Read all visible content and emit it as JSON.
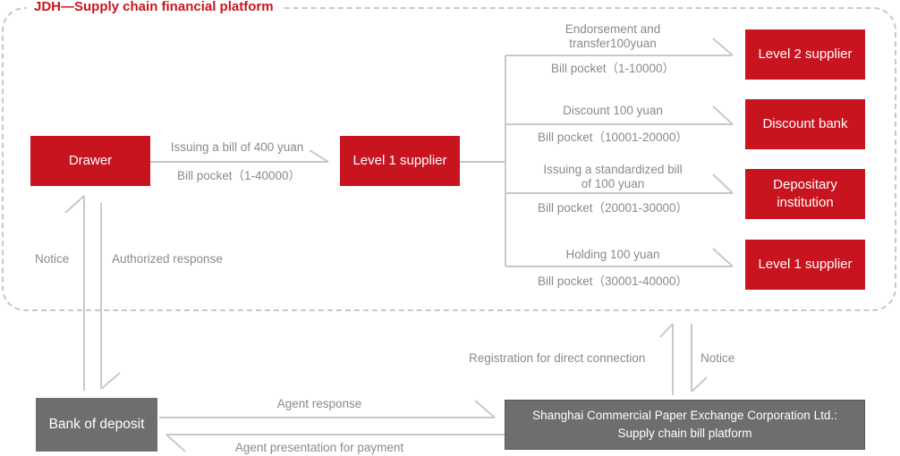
{
  "platform": {
    "title": "JDH—Supply chain financial platform"
  },
  "boxes": {
    "drawer": "Drawer",
    "level1_supplier": "Level 1 supplier",
    "level2_supplier": "Level 2 supplier",
    "discount_bank": "Discount bank",
    "depositary_institution": "Depositary institution",
    "level1_supplier_right": "Level 1 supplier",
    "bank_of_deposit": "Bank of deposit",
    "exchange_line1": "Shanghai Commercial Paper Exchange Corporation Ltd.:",
    "exchange_line2": "Supply chain bill platform"
  },
  "labels": {
    "issuing_400": "Issuing a bill of 400 yuan",
    "pocket_1_40000": "Bill pocket（1-40000）",
    "endorsement_line1": "Endorsement and",
    "endorsement_line2": "transfer100yuan",
    "pocket_1_10000": "Bill pocket（1-10000）",
    "discount_100": "Discount 100 yuan",
    "pocket_10001_20000": "Bill pocket（10001-20000）",
    "standardized_line1": "Issuing a standardized bill",
    "standardized_line2": "of 100 yuan",
    "pocket_20001_30000": "Bill pocket（20001-30000）",
    "holding_100": "Holding 100 yuan",
    "pocket_30001_40000": "Bill pocket（30001-40000）",
    "notice_left": "Notice",
    "authorized_response": "Authorized response",
    "registration": "Registration for direct connection",
    "notice_right": "Notice",
    "agent_response": "Agent response",
    "agent_presentation": "Agent presentation for payment"
  },
  "colors": {
    "red": "#c8141f",
    "gray_box": "#6e6e6e",
    "line": "#c8c8c8",
    "text": "#8a8a8a"
  }
}
